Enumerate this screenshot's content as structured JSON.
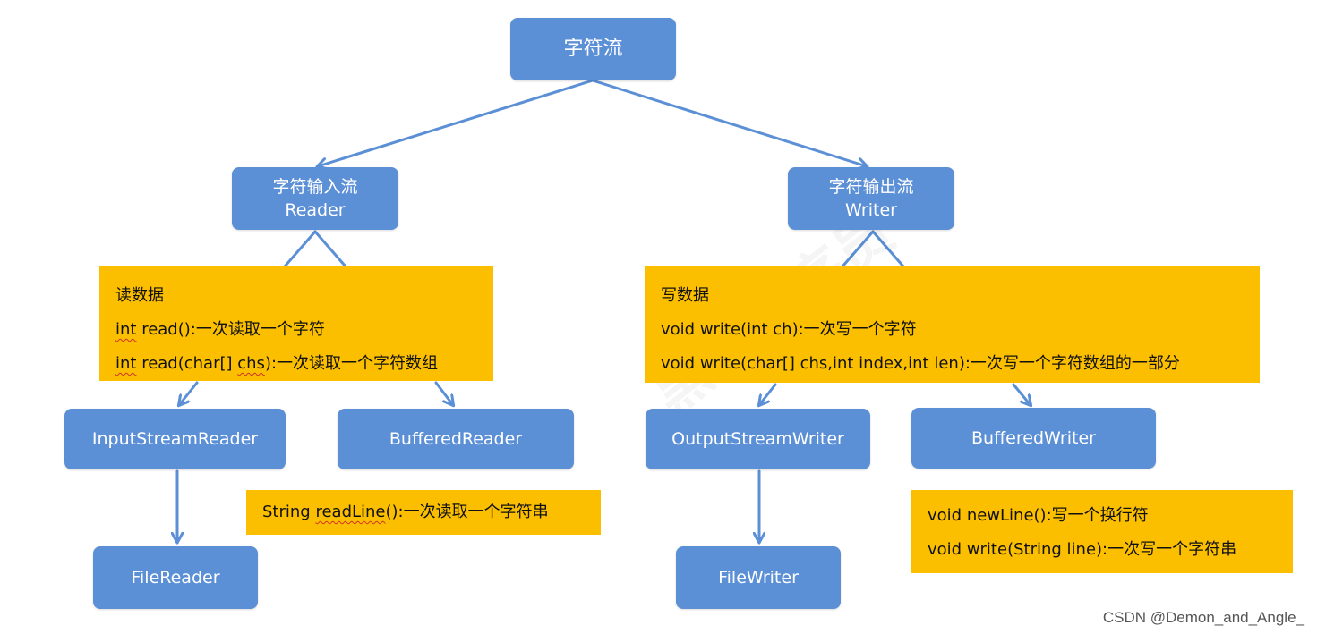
{
  "colors": {
    "node": "#5b8fd6",
    "note": "#fbbf00",
    "connector": "#5b8fd6",
    "underline": "#d0342c"
  },
  "root": {
    "label": "字符流"
  },
  "reader": {
    "title": "字符输入流",
    "name": "Reader",
    "note": {
      "heading": "读数据",
      "line1_kw": "int",
      "line1_rest": " read():一次读取一个字符",
      "line2_kw": "int",
      "line2_mid": " read(char[] ",
      "line2_sq": "chs",
      "line2_tail": "):一次读取一个字符数组"
    },
    "input_stream_reader": "InputStreamReader",
    "buffered_reader": "BufferedReader",
    "file_reader": "FileReader",
    "readline_note": {
      "pre": "String ",
      "sq": "readLine",
      "tail": "():一次读取一个字符串"
    }
  },
  "writer": {
    "title": "字符输出流",
    "name": "Writer",
    "note": {
      "heading": "写数据",
      "line1": "void write(int ch):一次写一个字符",
      "line2": "void write(char[] chs,int index,int len):一次写一个字符数组的一部分"
    },
    "output_stream_writer": "OutputStreamWriter",
    "buffered_writer": "BufferedWriter",
    "file_writer": "FileWriter",
    "newline_note": {
      "line1": "void newLine():写一个换行符",
      "line2": "void write(String line):一次写一个字符串"
    }
  },
  "watermark": "黑马程序员",
  "credit": "CSDN @Demon_and_Angle_"
}
